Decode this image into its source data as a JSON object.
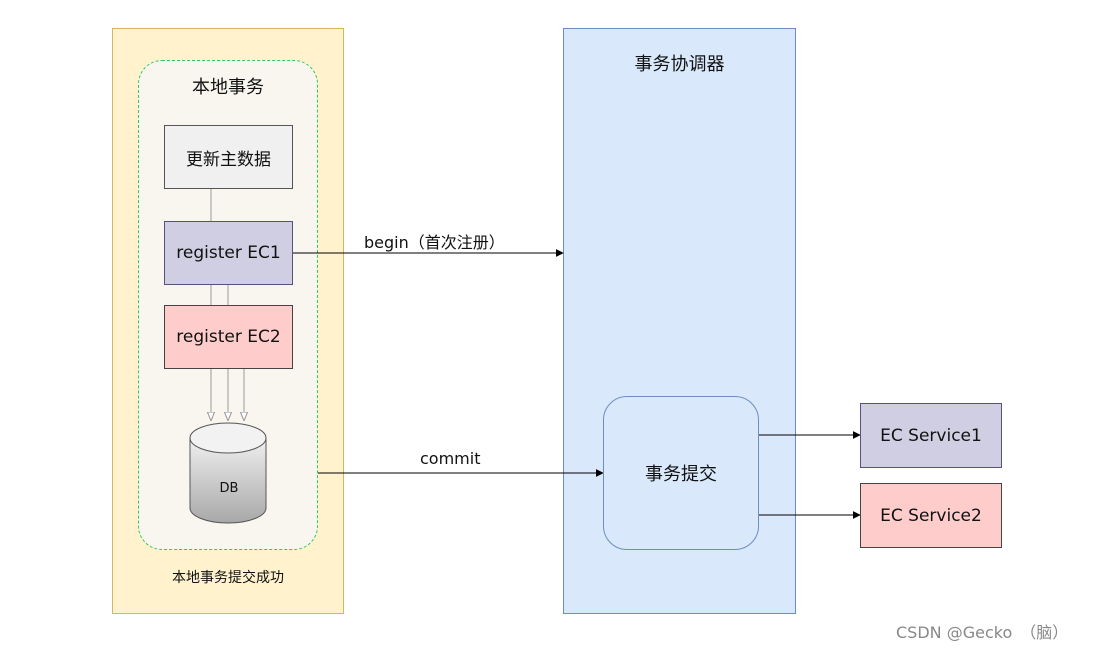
{
  "local": {
    "title": "本地事务",
    "footer": "本地事务提交成功",
    "steps": {
      "update": "更新主数据",
      "ec1": "register EC1",
      "ec2": "register EC2"
    },
    "db": "DB"
  },
  "coordinator": {
    "title": "事务协调器",
    "commit_box": "事务提交"
  },
  "services": {
    "svc1": "EC Service1",
    "svc2": "EC Service2"
  },
  "edges": {
    "begin": "begin（首次注册）",
    "commit": "commit"
  },
  "watermark": "CSDN @Gecko　（脑）",
  "colors": {
    "local_panel": "#fff2cc",
    "coordinator_panel": "#dae8fc",
    "ec1_fill": "#d0cee2",
    "ec2_fill": "#ffcccc",
    "dashed_border": "#34c759"
  }
}
